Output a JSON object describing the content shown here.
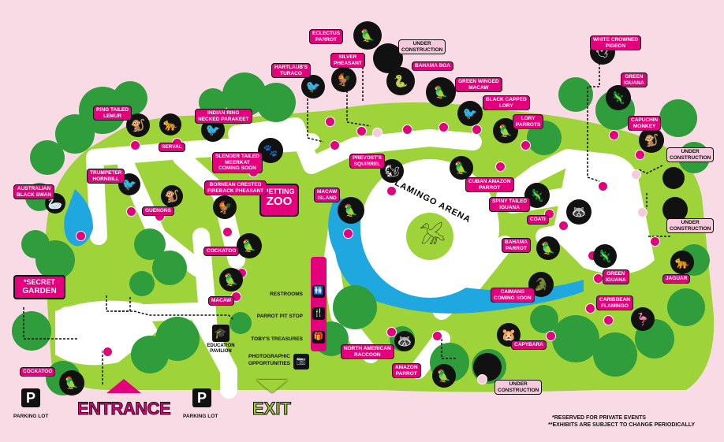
{
  "colors": {
    "background": "#f9dbe6",
    "grass": "#9ed43a",
    "path": "#ffffff",
    "water": "#1fa8e0",
    "accent": "#e4007c",
    "label_pale": "#f7c9dc",
    "tree": "#2f9d3c",
    "dark": "#111111"
  },
  "arena": {
    "title": "FLAMINGO ARENA"
  },
  "petting_zoo": {
    "line1": "PETTING",
    "line2": "ZOO"
  },
  "secret_garden": {
    "line1": "*SECRET",
    "line2": "GARDEN"
  },
  "entrance": {
    "label": "ENTRANCE"
  },
  "exit": {
    "label": "EXIT"
  },
  "parking": {
    "symbol": "P",
    "label": "PARKING LOT"
  },
  "exhibits": [
    {
      "label": "ECLECTUS\nPARROT",
      "icon": "parrot-icon"
    },
    {
      "label": "UNDER\nCONSTRUCTION",
      "icon": "construction-icon"
    },
    {
      "label": "SILVER\nPHEASANT",
      "icon": "pheasant-icon"
    },
    {
      "label": "HARTLAUB'S\nTURACO",
      "icon": "turaco-icon"
    },
    {
      "label": "BAHAMA BOA",
      "icon": "snake-icon"
    },
    {
      "label": "GREEN WINGED\nMACAW",
      "icon": "macaw-icon"
    },
    {
      "label": "BLACK CAPPED\nLORY",
      "icon": "lory-icon"
    },
    {
      "label": "WHITE CROWNED\nPIGEON",
      "icon": "pigeon-icon"
    },
    {
      "label": "GREEN\nIGUANA",
      "icon": "iguana-icon"
    },
    {
      "label": "RING TAILED\nLEMUR",
      "icon": "lemur-icon"
    },
    {
      "label": "INDIAN RING\nNECKED PARAKEET",
      "icon": "parakeet-icon"
    },
    {
      "label": "SERVAL",
      "icon": "serval-icon"
    },
    {
      "label": "LORY\nPARROTS",
      "icon": "lory-parrots-icon"
    },
    {
      "label": "CAPUCHIN\nMONKEY",
      "icon": "monkey-icon"
    },
    {
      "label": "UNDER\nCONSTRUCTION",
      "icon": "construction-icon"
    },
    {
      "label": "SLENDER TAILED\nMEERKAT\nCOMING SOON",
      "icon": "meerkat-icon"
    },
    {
      "label": "PREVOST'S\nSQUIRREL",
      "icon": "squirrel-icon"
    },
    {
      "label": "TRUMPETER\nHORNBILL",
      "icon": "hornbill-icon"
    },
    {
      "label": "BORNEAN CRESTED\nFIREBACK PHEASANT",
      "icon": "pheasant-icon"
    },
    {
      "label": "AUSTRALIAN\nBLACK SWAN",
      "icon": "swan-icon"
    },
    {
      "label": "GUENONS",
      "icon": "guenon-icon"
    },
    {
      "label": "MACAW\nISLAND",
      "icon": "macaw-icon"
    },
    {
      "label": "CUBAN AMAZON\nPARROT",
      "icon": "parrot-icon"
    },
    {
      "label": "SPINY TAILED\nIGUANA",
      "icon": "iguana-icon"
    },
    {
      "label": "UNDER\nCONSTRUCTION",
      "icon": "construction-icon"
    },
    {
      "label": "COATI",
      "icon": "coati-icon"
    },
    {
      "label": "COCKATOO",
      "icon": "cockatoo-icon"
    },
    {
      "label": "BAHAMA\nPARROT",
      "icon": "parrot-icon"
    },
    {
      "label": "JAGUAR",
      "icon": "jaguar-icon"
    },
    {
      "label": "GREEN\nIGUANA",
      "icon": "iguana-icon"
    },
    {
      "label": "MACAW",
      "icon": "macaw-icon"
    },
    {
      "label": "CAIMANS\nCOMING SOON",
      "icon": "caiman-icon"
    },
    {
      "label": "CARIBBEAN\nFLAMINGO",
      "icon": "flamingo-icon"
    },
    {
      "label": "NORTH AMERICAN\nRACCOON",
      "icon": "raccoon-icon"
    },
    {
      "label": "CAPYBARA",
      "icon": "capybara-icon"
    },
    {
      "label": "AMAZON\nPARROT",
      "icon": "parrot-icon"
    },
    {
      "label": "UNDER\nCONSTRUCTION",
      "icon": "construction-icon"
    },
    {
      "label": "COCKATOO",
      "icon": "cockatoo-icon"
    }
  ],
  "pavilion": {
    "label": "EDUCATION\nPAVILION",
    "icon": "graduation-cap-icon"
  },
  "services": [
    {
      "label": "RESTROOMS",
      "icon": "restroom-icon"
    },
    {
      "label": "PARROT PIT STOP",
      "icon": "food-icon"
    },
    {
      "label": "TOBY'S TREASURES",
      "icon": "gift-icon"
    },
    {
      "label": "PHOTOGRAPHIC\nOPPORTUNITIES",
      "icon": "camera-icon"
    }
  ],
  "notes": [
    "*RESERVED FOR PRIVATE EVENTS",
    "**EXHIBITS ARE SUBJECT TO CHANGE PERIODICALLY"
  ]
}
